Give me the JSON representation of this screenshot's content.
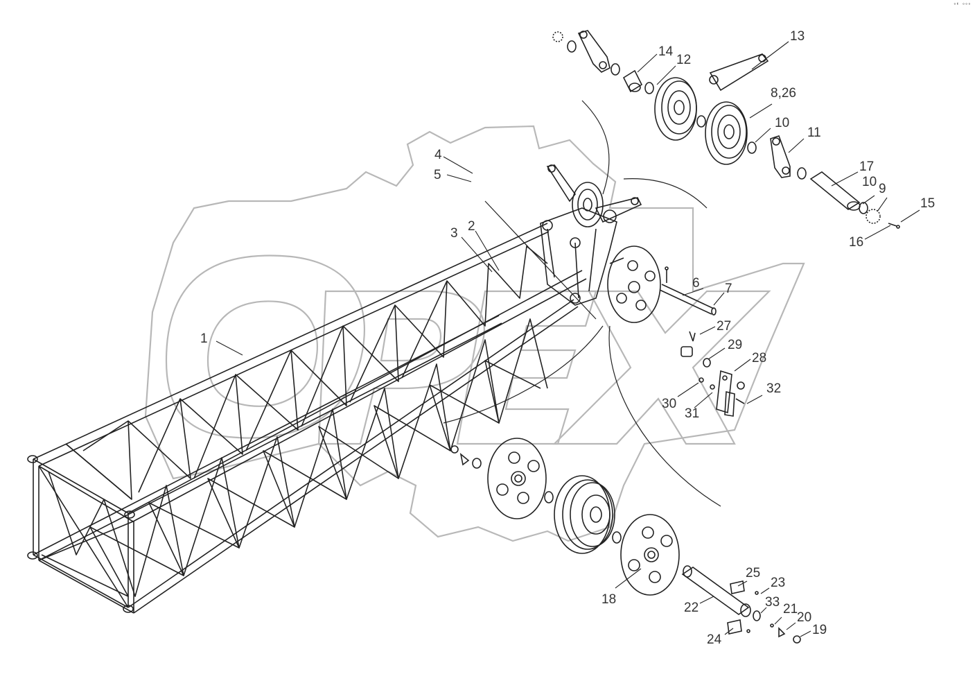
{
  "corner_mark": "ᵒᴱ ᵒᵒᵒ",
  "watermark": {
    "text": "OPEX",
    "color": "#9a9a9a"
  },
  "colors": {
    "line": "#222222",
    "label": "#333333",
    "background": "#ffffff"
  },
  "callouts": [
    {
      "id": "1",
      "text": "1"
    },
    {
      "id": "2",
      "text": "2"
    },
    {
      "id": "3",
      "text": "3"
    },
    {
      "id": "4",
      "text": "4"
    },
    {
      "id": "5",
      "text": "5"
    },
    {
      "id": "6",
      "text": "6"
    },
    {
      "id": "7",
      "text": "7"
    },
    {
      "id": "8-26",
      "text": "8,26"
    },
    {
      "id": "9",
      "text": "9"
    },
    {
      "id": "10a",
      "text": "10"
    },
    {
      "id": "10b",
      "text": "10"
    },
    {
      "id": "11",
      "text": "11"
    },
    {
      "id": "12",
      "text": "12"
    },
    {
      "id": "13",
      "text": "13"
    },
    {
      "id": "14",
      "text": "14"
    },
    {
      "id": "15",
      "text": "15"
    },
    {
      "id": "16",
      "text": "16"
    },
    {
      "id": "17",
      "text": "17"
    },
    {
      "id": "18",
      "text": "18"
    },
    {
      "id": "19",
      "text": "19"
    },
    {
      "id": "20",
      "text": "20"
    },
    {
      "id": "21",
      "text": "21"
    },
    {
      "id": "22",
      "text": "22"
    },
    {
      "id": "23",
      "text": "23"
    },
    {
      "id": "24",
      "text": "24"
    },
    {
      "id": "25",
      "text": "25"
    },
    {
      "id": "27",
      "text": "27"
    },
    {
      "id": "28",
      "text": "28"
    },
    {
      "id": "29",
      "text": "29"
    },
    {
      "id": "30",
      "text": "30"
    },
    {
      "id": "31",
      "text": "31"
    },
    {
      "id": "32",
      "text": "32"
    },
    {
      "id": "33",
      "text": "33"
    }
  ]
}
